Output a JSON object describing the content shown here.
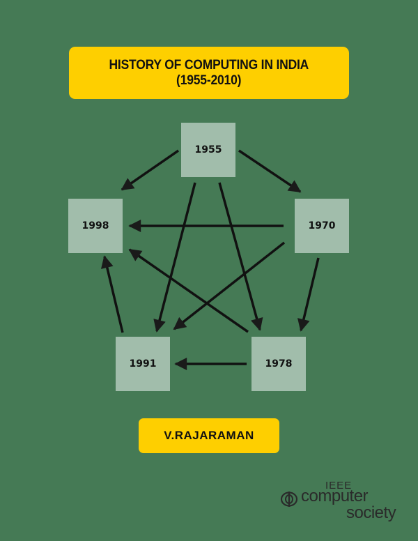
{
  "title": {
    "line1": "HISTORY OF COMPUTING IN INDIA",
    "line2": "(1955-2010)"
  },
  "nodes": {
    "n1955": "1955",
    "n1970": "1970",
    "n1978": "1978",
    "n1991": "1991",
    "n1998": "1998"
  },
  "edges": [
    {
      "from": "1955",
      "to": "1998"
    },
    {
      "from": "1955",
      "to": "1970"
    },
    {
      "from": "1955",
      "to": "1991"
    },
    {
      "from": "1955",
      "to": "1978"
    },
    {
      "from": "1970",
      "to": "1998"
    },
    {
      "from": "1970",
      "to": "1991"
    },
    {
      "from": "1970",
      "to": "1978"
    },
    {
      "from": "1978",
      "to": "1991"
    },
    {
      "from": "1978",
      "to": "1998"
    },
    {
      "from": "1991",
      "to": "1998"
    }
  ],
  "author": "V.RAJARAMAN",
  "publisher": {
    "line1": "IEEE",
    "line2": "computer",
    "line3": "society"
  },
  "colors": {
    "background": "#457a55",
    "banner": "#fecf00",
    "node": "#a1bdab",
    "arrow": "#1a1a1a"
  }
}
